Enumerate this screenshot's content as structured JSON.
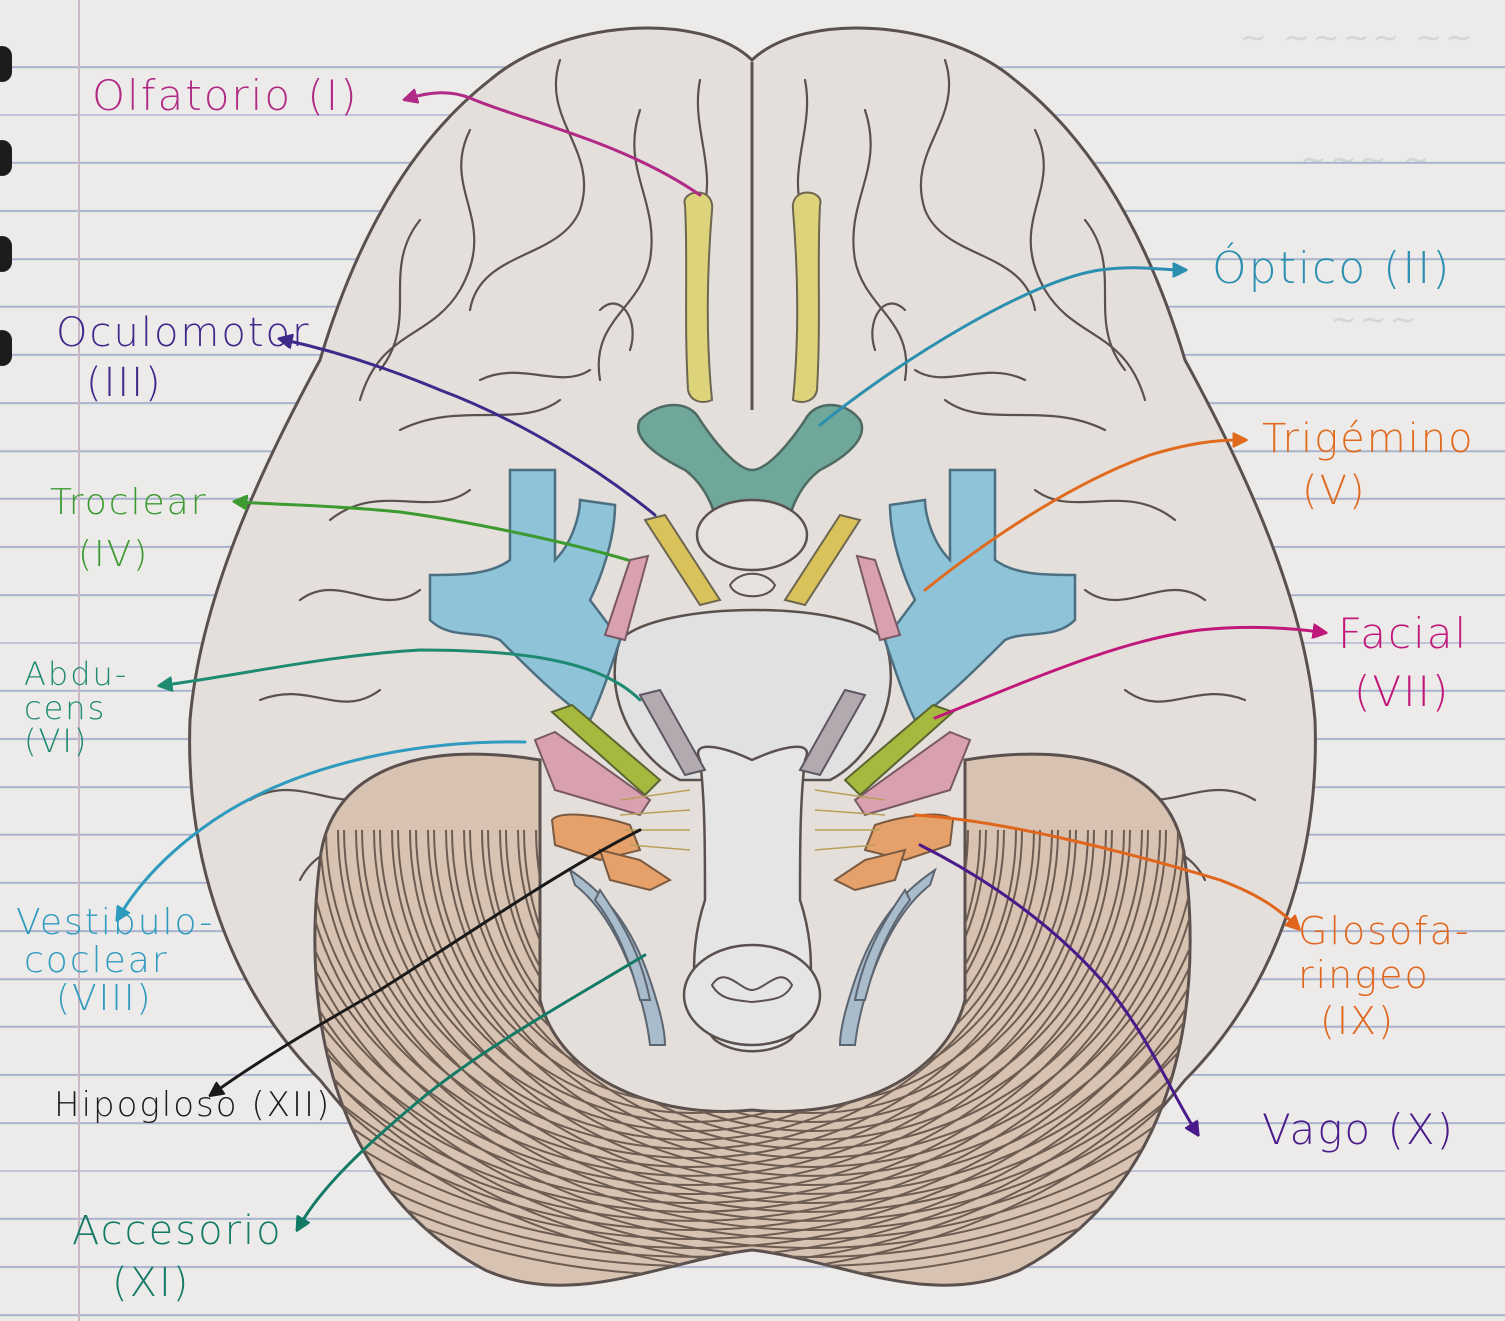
{
  "labels": {
    "olfatorio": {
      "name": "Olfatorio",
      "number": "(I)"
    },
    "optico": {
      "name": "Óptico",
      "number": "(II)"
    },
    "oculomotor": {
      "name": "Oculomotor",
      "number": "(III)"
    },
    "troclear": {
      "name": "Troclear",
      "number": "(IV)"
    },
    "trigemino": {
      "name": "Trigémino",
      "number": "(V)"
    },
    "abducens": {
      "name_line1": "Abdu-",
      "name_line2": "cens",
      "number": "(VI)"
    },
    "facial": {
      "name": "Facial",
      "number": "(VII)"
    },
    "vestibulococlear": {
      "name_line1": "Vestibulo-",
      "name_line2": "coclear",
      "number": "(VIII)"
    },
    "glosofaringeo": {
      "name_line1": "Glosofa-",
      "name_line2": "ringeo",
      "number": "(IX)"
    },
    "vago": {
      "name": "Vago",
      "number": "(X)"
    },
    "accesorio": {
      "name": "Accesorio",
      "number": "(XI)"
    },
    "hipogloso": {
      "name": "Hipogloso",
      "number": "(XII)"
    }
  },
  "colors": {
    "olfatorio": "#b02a86",
    "optico": "#2b8fb0",
    "oculomotor": "#3d2a8a",
    "troclear": "#3c9a30",
    "trigemino": "#e06a1e",
    "abducens": "#1f8a72",
    "facial": "#c0187a",
    "vestibulococlear": "#2f9bbf",
    "glosofaringeo": "#e0661e",
    "vago": "#4a1a8a",
    "accesorio": "#137a66",
    "hipogloso": "#1a1a1a",
    "brain_fill": "#e4dfdb",
    "cerebellum_fill": "#d8c3b2",
    "olfactory_bulb": "#dcd37a",
    "optic_chiasm": "#6fa89a",
    "cerebral_arteries": "#8fc4d8",
    "nerve_yellow": "#d9c25a",
    "nerve_pink": "#d9a0b0",
    "nerve_green": "#a6b83e",
    "nerve_gray": "#b3aab0",
    "nerve_orange": "#e6a06a",
    "nerve_blue": "#a8bccc"
  }
}
